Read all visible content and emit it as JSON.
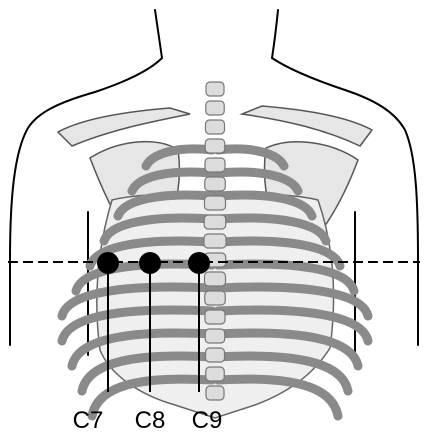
{
  "diagram": {
    "electrode_labels": [
      "C7",
      "C8",
      "C9"
    ],
    "colors": {
      "ink": "#000000",
      "bone_fill": "#d8d8d8",
      "rib_shade": "#8a8a8a",
      "background": "#ffffff"
    }
  }
}
